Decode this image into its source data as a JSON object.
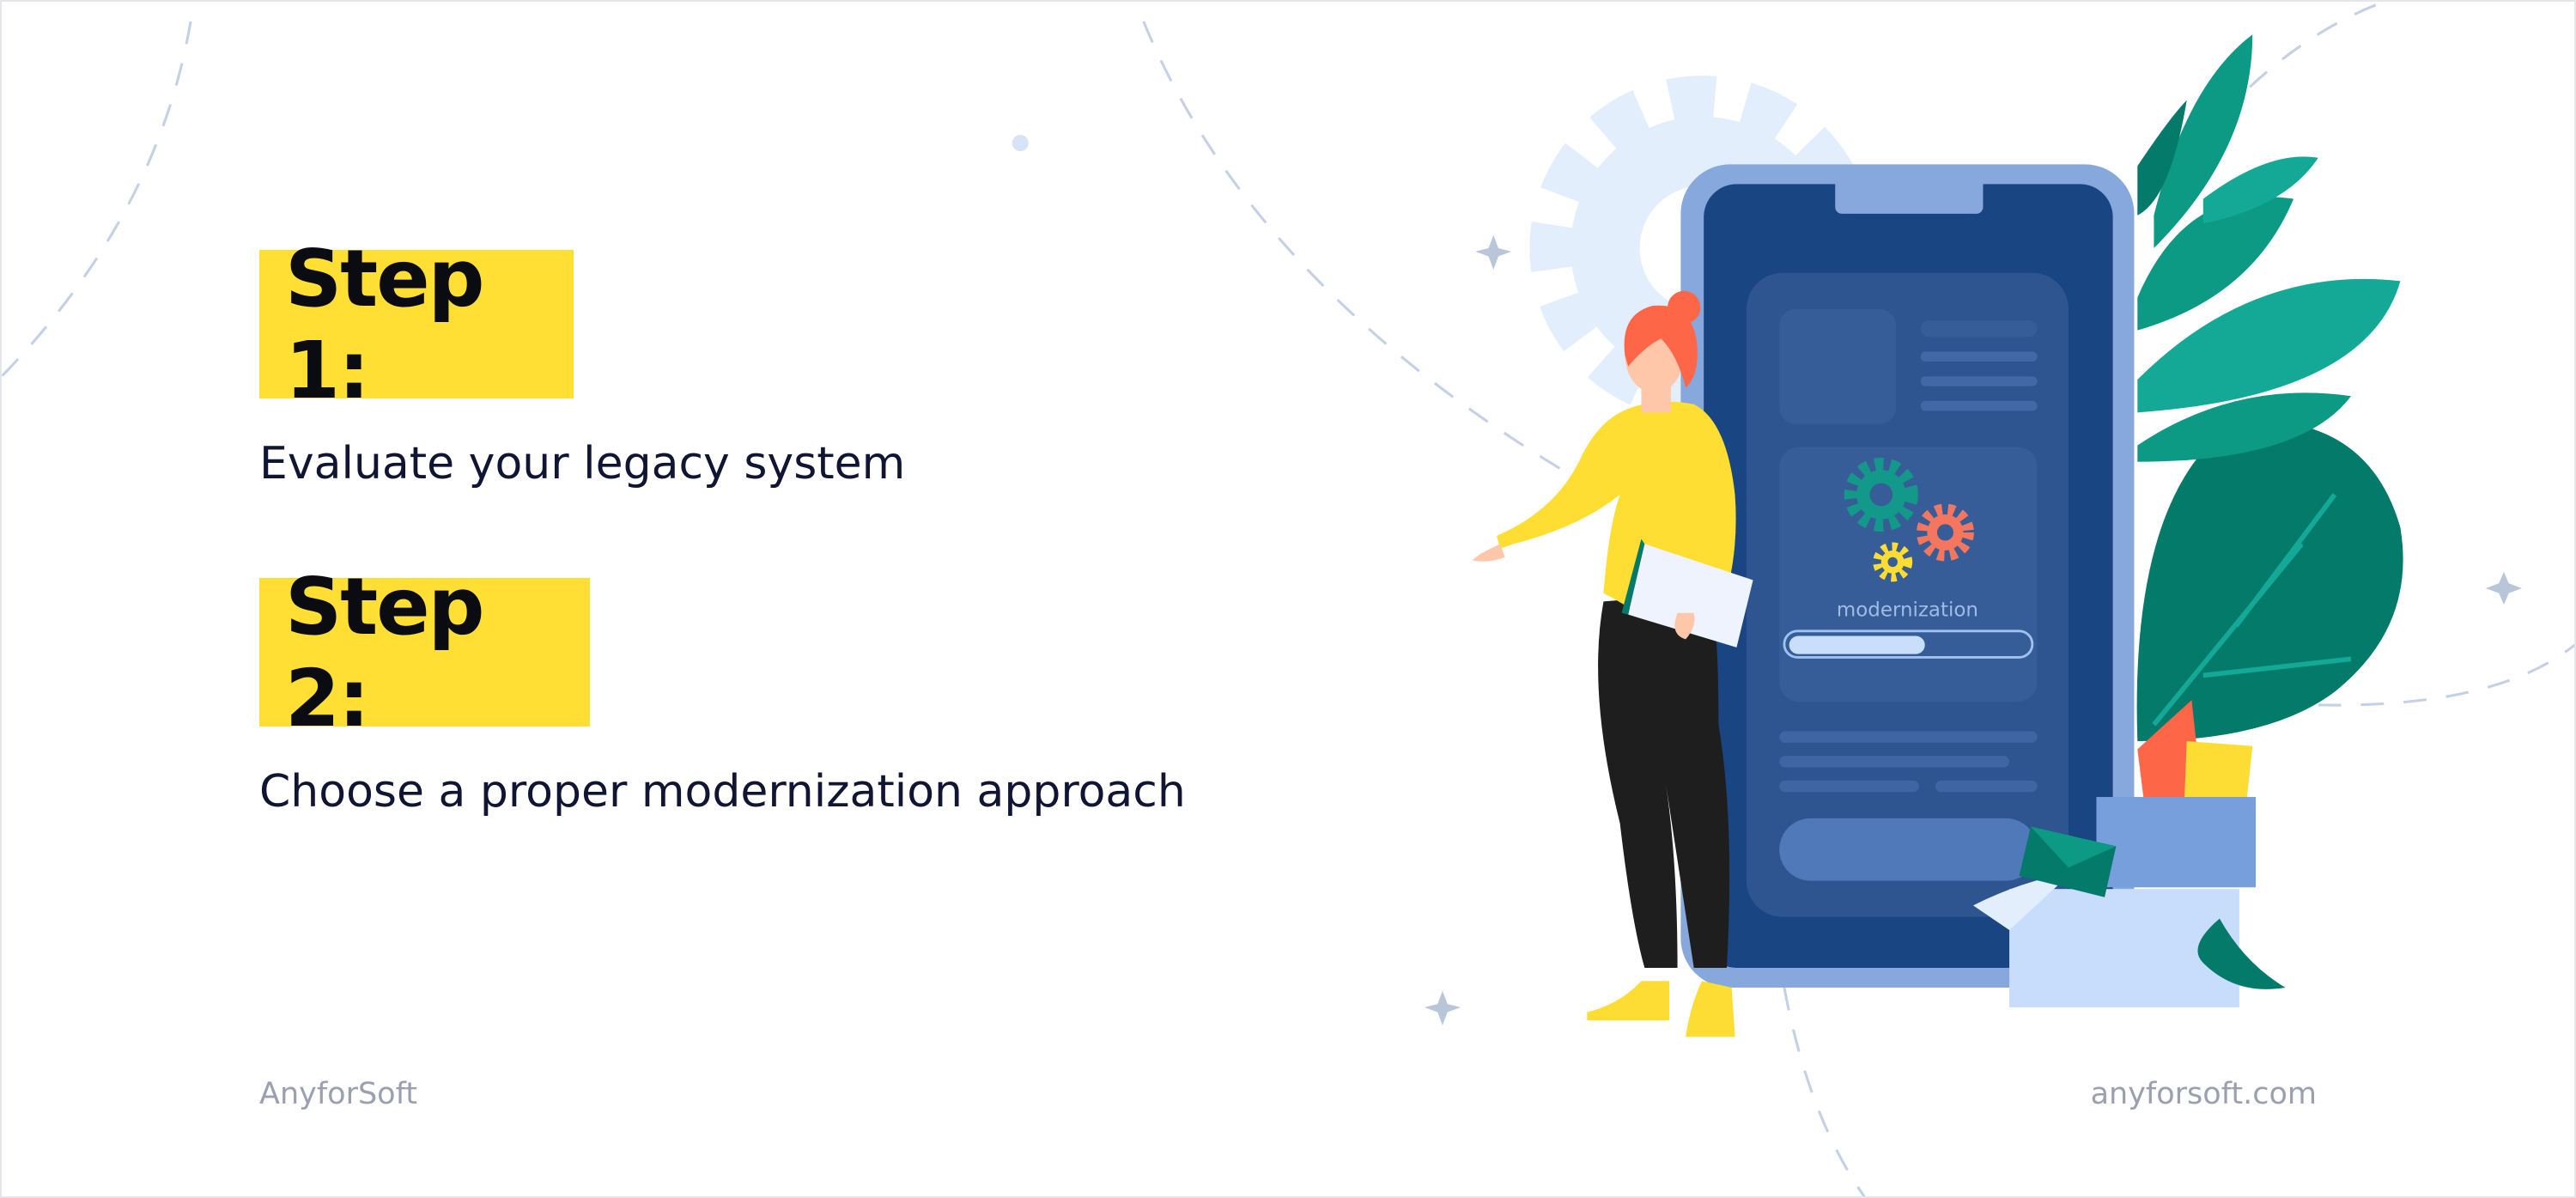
{
  "steps": [
    {
      "label": "Step 1:",
      "description": "Evaluate your legacy system"
    },
    {
      "label": "Step 2:",
      "description": "Choose a proper modernization approach"
    }
  ],
  "illustration": {
    "screen_label": "modernization",
    "progress": 0.57
  },
  "footer": {
    "brand": "AnyforSoft",
    "url": "anyforsoft.com"
  },
  "colors": {
    "highlight": "#ffdf33",
    "text": "#0f1533",
    "phone_frame": "#87a8dc",
    "phone_screen": "#1a4583",
    "teal": "#0c9a85",
    "coral": "#fe6648"
  }
}
